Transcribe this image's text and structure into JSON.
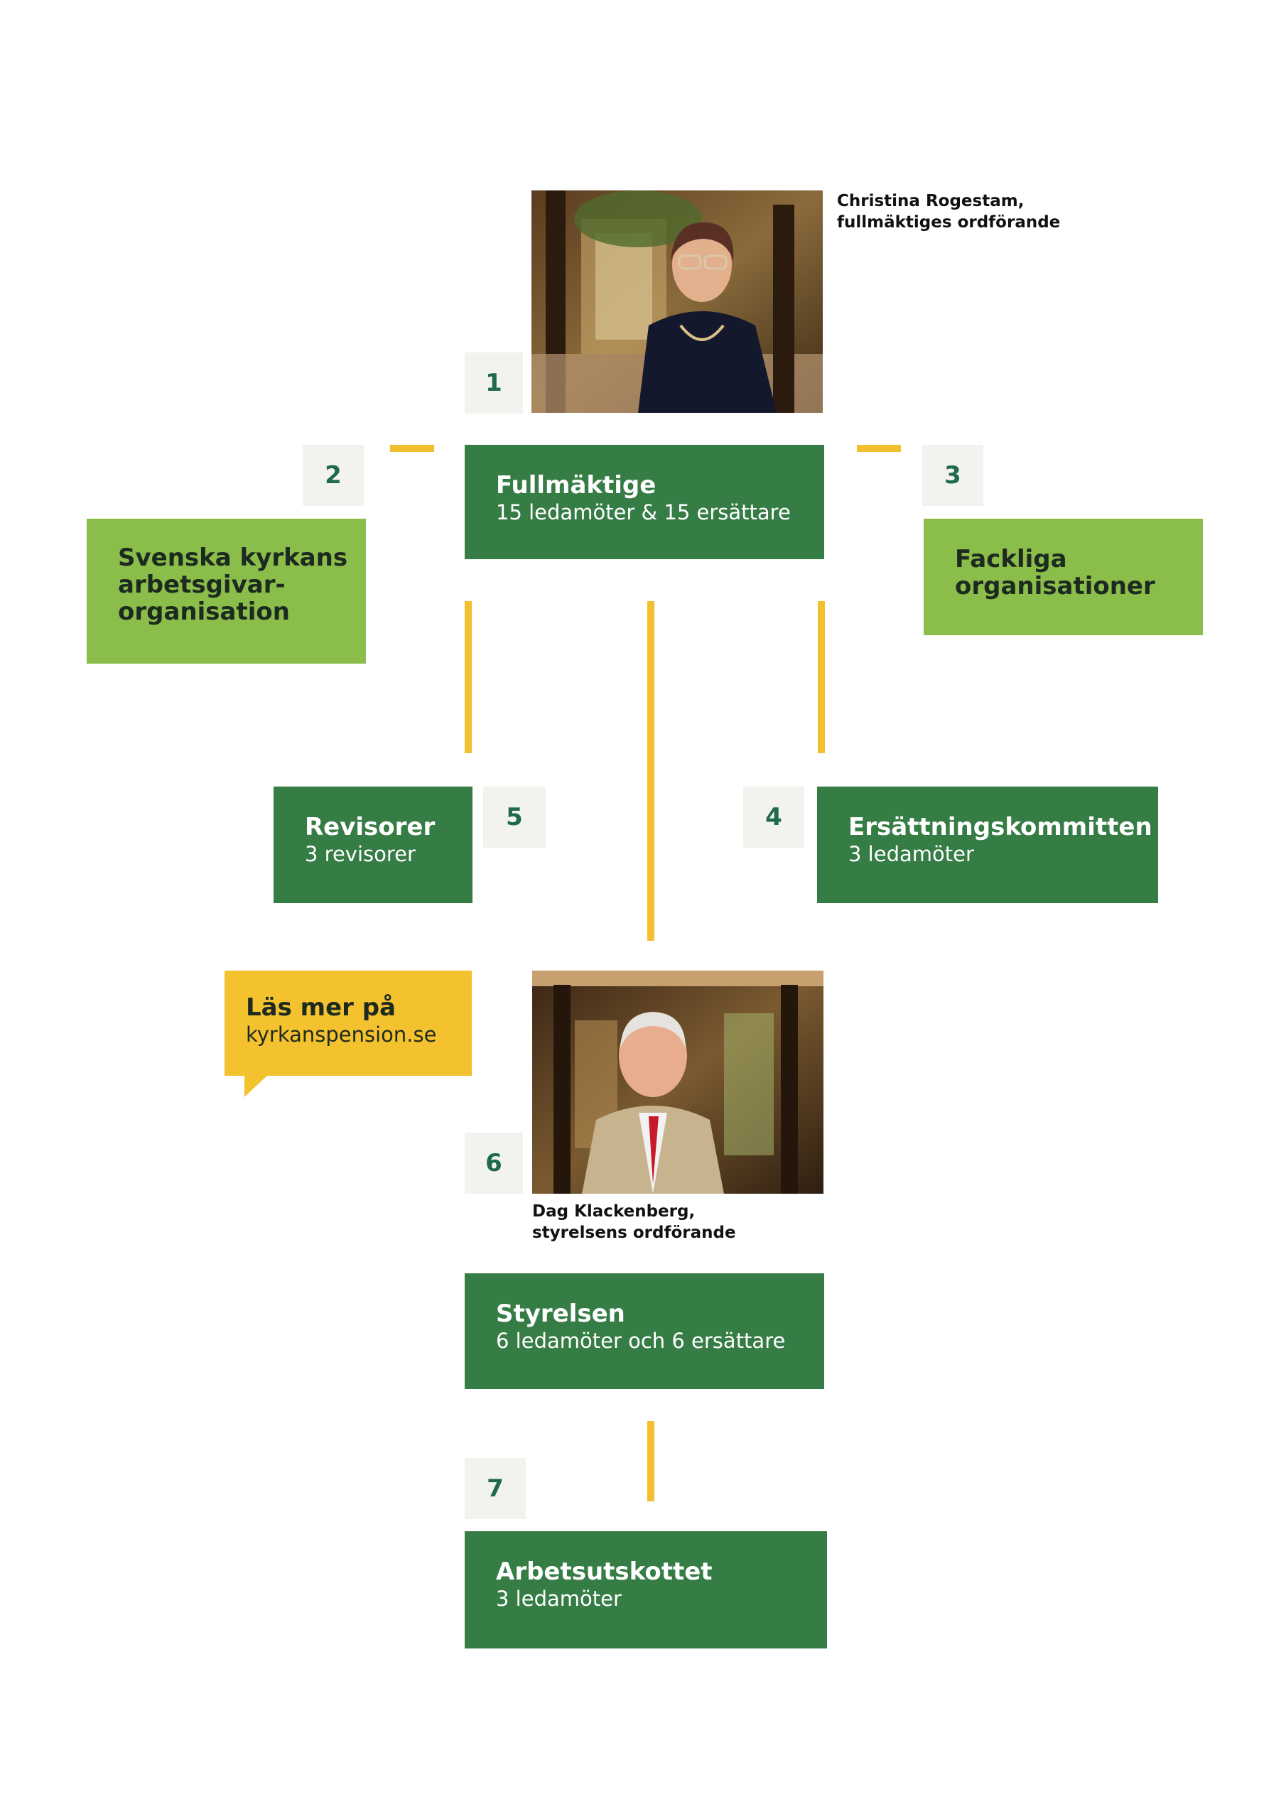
{
  "photos": {
    "top": {
      "caption_line1": "Christina Rogestam,",
      "caption_line2": "fullmäktiges ordförande"
    },
    "bottom": {
      "caption_line1": "Dag Klackenberg,",
      "caption_line2": "styrelsens ordförande"
    }
  },
  "nodes": {
    "fullmaktige": {
      "number": "1",
      "title": "Fullmäktige",
      "subtitle": "15 ledamöter & 15 ersättare"
    },
    "arbetsgivar": {
      "number": "2",
      "line1": "Svenska kyrkans",
      "line2": "arbetsgivar-",
      "line3": "organisation"
    },
    "fackliga": {
      "number": "3",
      "line1": "Fackliga",
      "line2": "organisationer"
    },
    "ersattning": {
      "number": "4",
      "title": "Ersättningskommitten",
      "subtitle": "3 ledamöter"
    },
    "revisorer": {
      "number": "5",
      "title": "Revisorer",
      "subtitle": "3 revisorer"
    },
    "styrelsen": {
      "number": "6",
      "title": "Styrelsen",
      "subtitle": "6 ledamöter och 6 ersättare"
    },
    "arbetsutskottet": {
      "number": "7",
      "title": "Arbetsutskottet",
      "subtitle": "3 ledamöter"
    }
  },
  "callout": {
    "line1": "Läs mer på",
    "line2": "kyrkanspension.se"
  },
  "colors": {
    "dark_green": "#367c45",
    "light_green": "#8bbd4b",
    "yellow": "#f4c22e",
    "connector": "#f2bf2f",
    "number_bg": "#f2f2ee",
    "number_text": "#1f6a4a"
  }
}
